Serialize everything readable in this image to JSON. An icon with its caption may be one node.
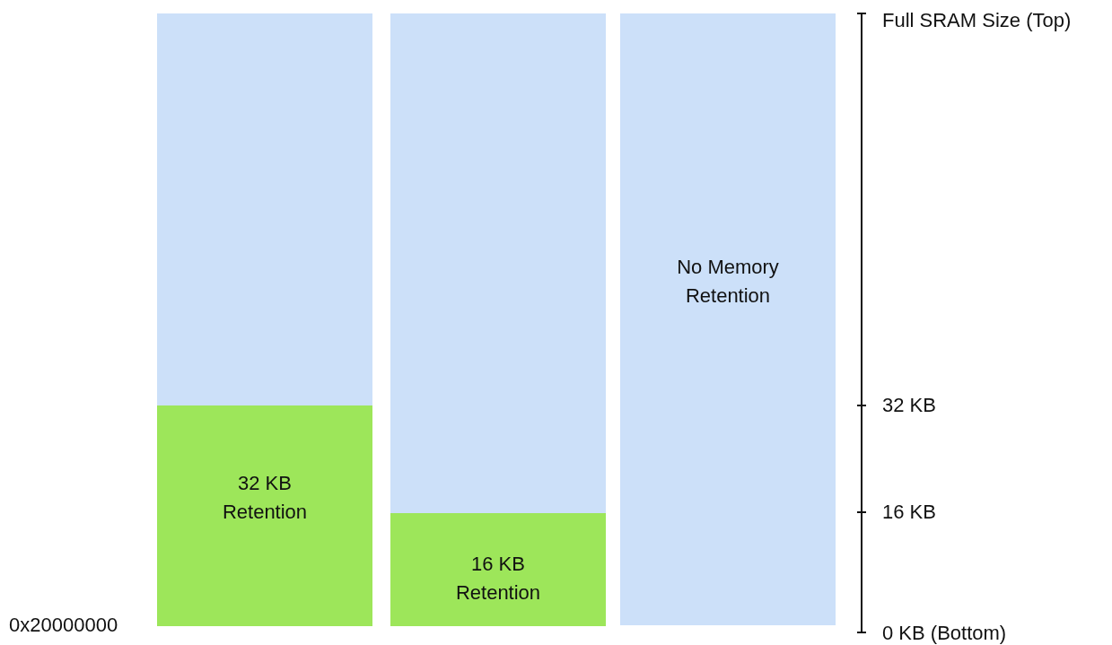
{
  "diagram": {
    "nodes": [
      {
        "text": [],
        "shape": "box"
      },
      {
        "text": [
          "32 KB Retention"
        ]
      },
      {
        "text": [],
        "shape": "box"
      },
      {
        "text": [
          "16 KB Retention"
        ]
      },
      {
        "text": [
          "No Memory Retention"
        ]
      }
    ],
    "labels": [
      "Full SRAM Size (Top)",
      "32 KB",
      "16 KB",
      "0 KB (Bottom)",
      "0x20000000"
    ]
  }
}
